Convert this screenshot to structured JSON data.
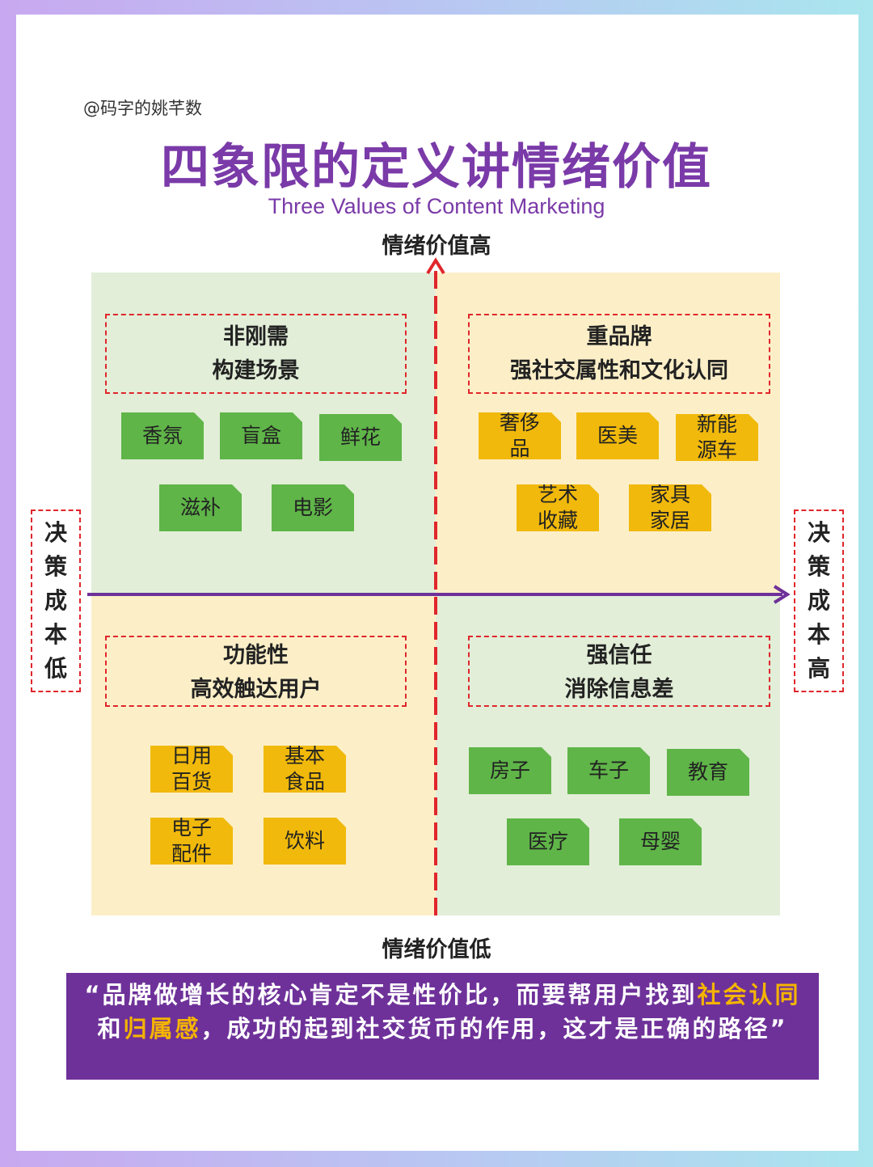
{
  "handle": "@码字的姚芊数",
  "title": "四象限的定义讲情绪价值",
  "subtitle": "Three Values of Content Marketing",
  "axis": {
    "top": "情绪价值高",
    "bottom": "情绪价值低",
    "left": [
      "决",
      "策",
      "成",
      "本",
      "低"
    ],
    "right": [
      "决",
      "策",
      "成",
      "本",
      "高"
    ]
  },
  "quadrants": {
    "top_left": {
      "header": [
        "非刚需",
        "构建场景"
      ],
      "tags": [
        "香氛",
        "盲盒",
        "鲜花",
        "滋补",
        "电影"
      ]
    },
    "top_right": {
      "header": [
        "重品牌",
        "强社交属性和文化认同"
      ],
      "tags": [
        [
          "奢侈",
          "品"
        ],
        [
          "医美"
        ],
        [
          "新能",
          "源车"
        ],
        [
          "艺术",
          "收藏"
        ],
        [
          "家具",
          "家居"
        ]
      ]
    },
    "bottom_left": {
      "header": [
        "功能性",
        "高效触达用户"
      ],
      "tags": [
        [
          "日用",
          "百货"
        ],
        [
          "基本",
          "食品"
        ],
        [
          "电子",
          "配件"
        ],
        [
          "饮料"
        ]
      ]
    },
    "bottom_right": {
      "header": [
        "强信任",
        "消除信息差"
      ],
      "tags": [
        "房子",
        "车子",
        "教育",
        "医疗",
        "母婴"
      ]
    }
  },
  "quote": {
    "part1": "“品牌做增长的核心肯定不是性价比，而要帮用户找到",
    "hl1": "社会认同",
    "part2": "和",
    "hl2": "归属感",
    "part3": "，成功的起到社交货币的作用，这才是正确的路径”"
  },
  "colors": {
    "title": "#7a3aa8",
    "green_tag": "#5fb548",
    "yellow_tag": "#f1b90b",
    "quadrant_green": "#e2eed8",
    "quadrant_yellow": "#fcefc8",
    "dash_red": "#e0262b",
    "axis_purple": "#6e3199",
    "quote_bg": "#6e3199",
    "highlight": "#f4b400"
  }
}
